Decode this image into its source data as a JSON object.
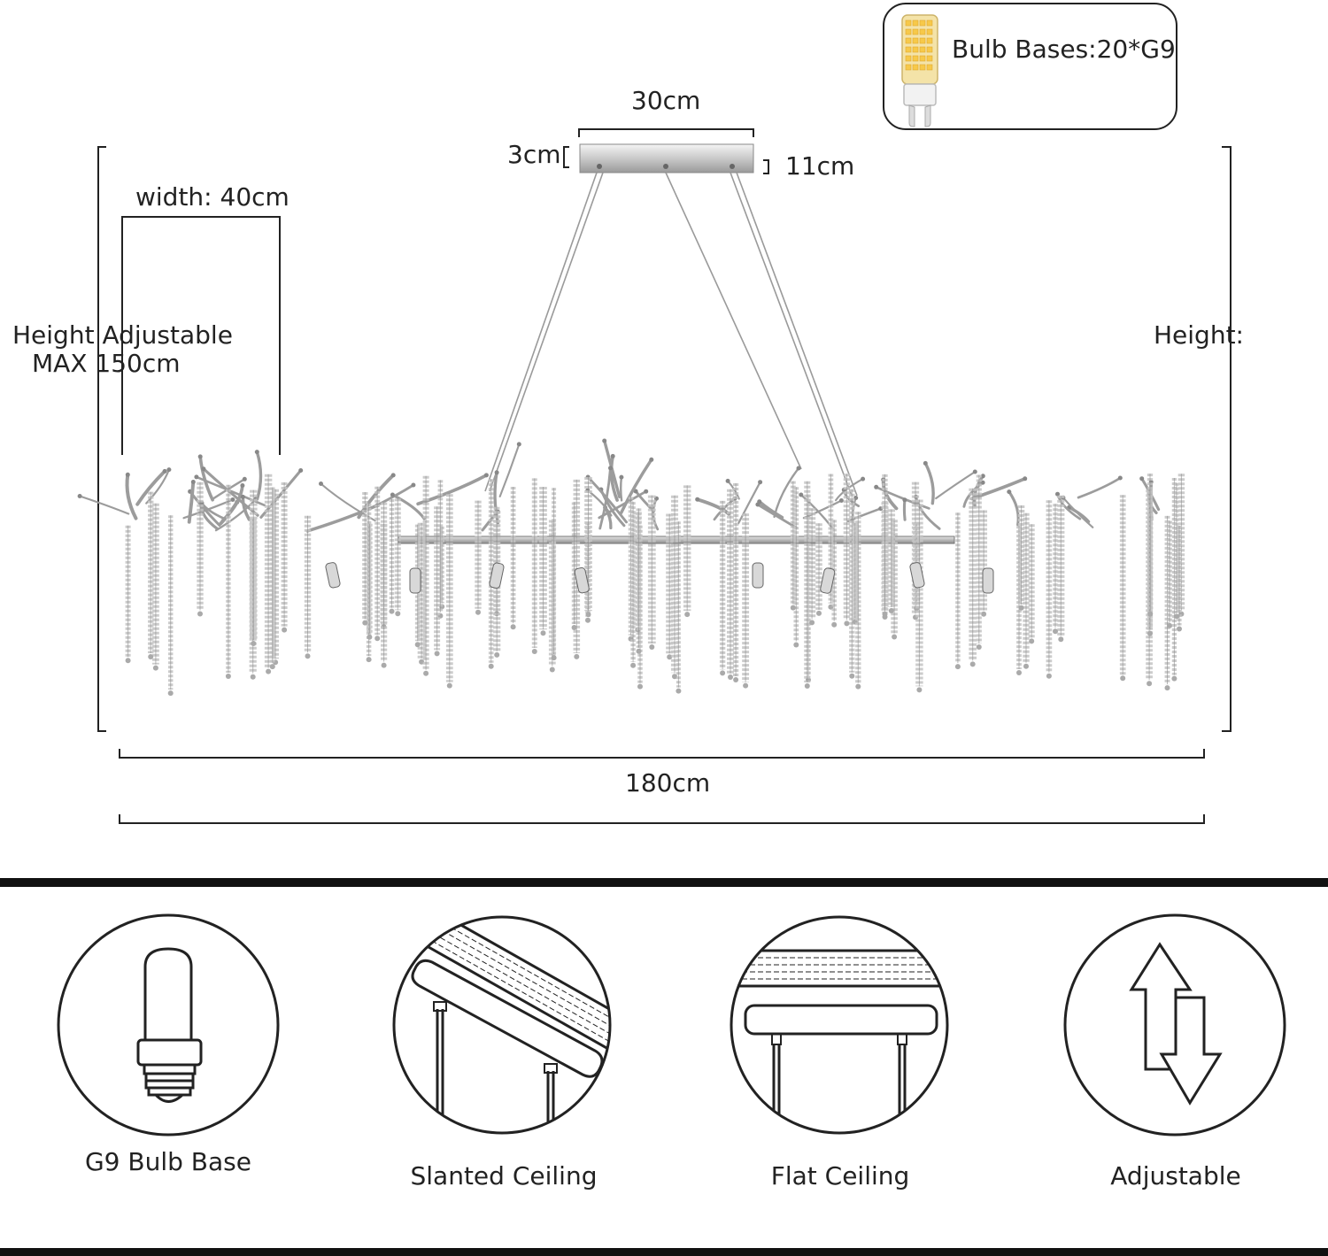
{
  "bulb_box": {
    "text": "Bulb Bases:20*G9"
  },
  "dimensions": {
    "canopy_width": "30cm",
    "canopy_thickness": "3cm",
    "canopy_depth": "11cm",
    "fixture_width": "width: 40cm",
    "height_adjustable_line1": "Height Adjustable",
    "height_adjustable_line2": "MAX 150cm",
    "height_right": "Height:",
    "length": "180cm"
  },
  "features": [
    {
      "label": "G9 Bulb Base",
      "icon": "bulb-icon"
    },
    {
      "label": "Slanted Ceiling",
      "icon": "slanted-ceiling-icon"
    },
    {
      "label": "Flat Ceiling",
      "icon": "flat-ceiling-icon"
    },
    {
      "label": "Adjustable",
      "icon": "adjustable-arrows-icon"
    }
  ]
}
